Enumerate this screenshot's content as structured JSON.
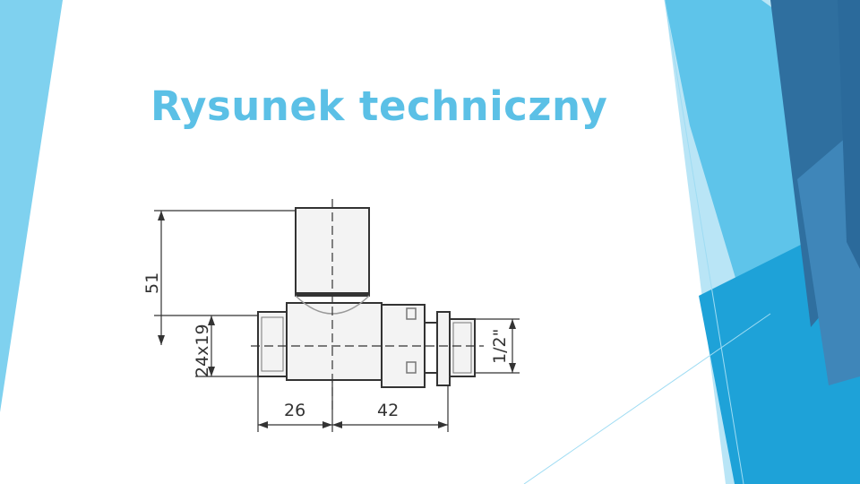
{
  "slide": {
    "title": "Rysunek techniczny"
  },
  "colors": {
    "title": "#5bc0e6",
    "background": "#ffffff",
    "light_cyan": "#7fd1ef",
    "sky_blue": "#5ec4ea",
    "pale_blue": "#b9e5f6",
    "bright_blue": "#1ea2d8",
    "steel_blue": "#2f6f9f",
    "deep_blue": "#2b6a9b",
    "mid_blue": "#3f86b9",
    "drawing_line": "#333333",
    "drawing_fill": "#f3f3f3"
  },
  "drawing": {
    "dimensions": {
      "height": "51",
      "body_size": "24x19",
      "thread": "1/2\"",
      "left_length": "26",
      "right_length": "42"
    }
  }
}
